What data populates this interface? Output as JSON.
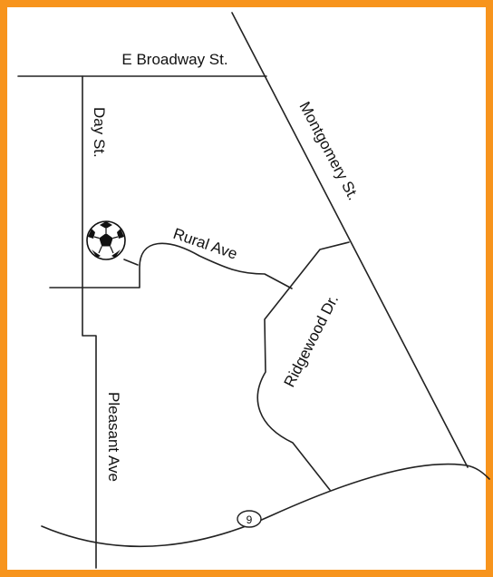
{
  "map": {
    "frame_color": "#F7941D",
    "road_color": "#222222",
    "labels": {
      "e_broadway": "E Broadway St.",
      "day_st": "Day St.",
      "montgomery": "Montgomery St.",
      "rural_ave": "Rural Ave",
      "ridgewood": "Ridgewood Dr.",
      "pleasant_ave": "Pleasant Ave"
    },
    "route_shield": {
      "number": "9"
    },
    "landmark": {
      "icon": "soccer-ball-icon"
    }
  }
}
